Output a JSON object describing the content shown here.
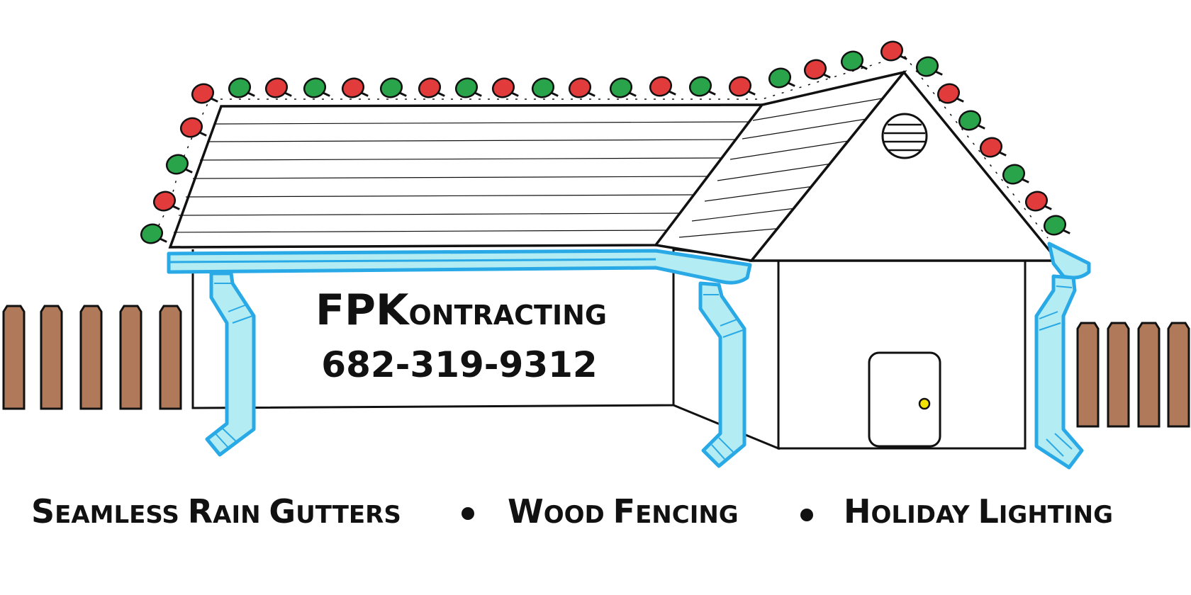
{
  "company": {
    "name_initials": "FPK",
    "name_rest": "ontracting",
    "phone": "682-319-9312"
  },
  "services": {
    "items": [
      {
        "first": "S",
        "rest": "eamless ",
        "first2": "R",
        "rest2": "ain ",
        "first3": "G",
        "rest3": "utters"
      },
      {
        "first": "W",
        "rest": "ood ",
        "first2": "F",
        "rest2": "encing"
      },
      {
        "first": "H",
        "rest": "oliday ",
        "first2": "L",
        "rest2": "ighting"
      }
    ]
  },
  "colors": {
    "outline": "#111111",
    "fence": "#b07a5a",
    "gutter_fill": "#b3ecf2",
    "gutter_stroke": "#29a9e6",
    "bulb_red": "#e23b3b",
    "bulb_green": "#2aa44a",
    "door_knob": "#f2e300"
  }
}
